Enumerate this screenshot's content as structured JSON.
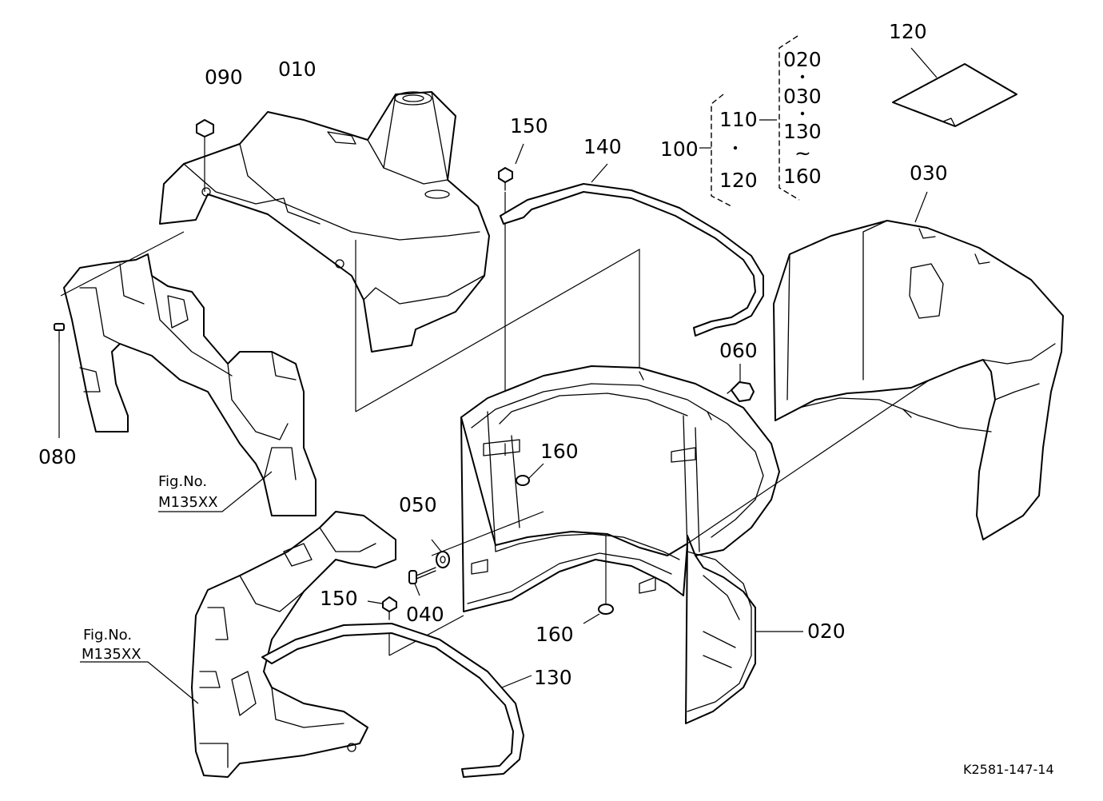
{
  "labels": {
    "p010": "010",
    "p090": "090",
    "p080": "080",
    "p150a": "150",
    "p140": "140",
    "p100": "100",
    "p110": "110",
    "p120b": "120",
    "p020a": "020",
    "p030a": "030",
    "p130a": "130",
    "p160a": "160",
    "tilde": "~",
    "p120": "120",
    "p030": "030",
    "p060": "060",
    "p160b": "160",
    "p050": "050",
    "p040": "040",
    "p150b": "150",
    "p160c": "160",
    "p020": "020",
    "p130": "130"
  },
  "fig_refs": {
    "upper_line1": "Fig.No.",
    "upper_line2": "M135XX",
    "lower_line1": "Fig.No.",
    "lower_line2": "M135XX"
  },
  "drawing_code": "K2581-147-14"
}
